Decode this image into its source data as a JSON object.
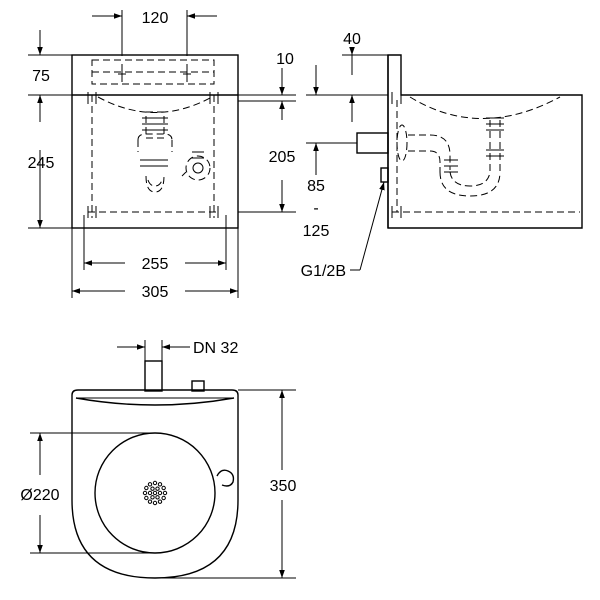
{
  "dimensions": {
    "top_width": "120",
    "top_height": "75",
    "body_height": "245",
    "inner_width": "255",
    "outer_width": "305",
    "gap": "10",
    "depth": "205",
    "side_top": "40",
    "range_low": "85",
    "range_dash": "-",
    "range_high": "125",
    "thread": "G1/2B",
    "drain": "DN 32",
    "bowl_diameter": "Ø220",
    "plan_depth": "350"
  }
}
